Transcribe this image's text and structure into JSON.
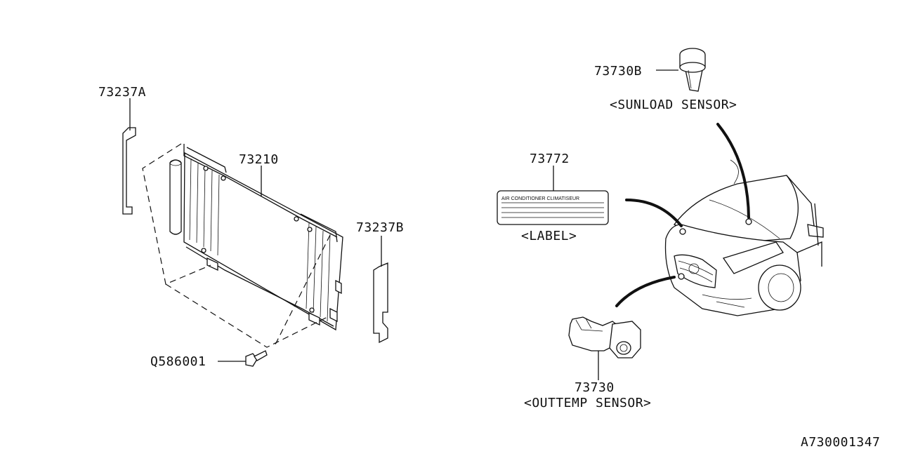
{
  "diagram": {
    "callouts": {
      "bracket_a": "73237A",
      "condenser": "73210",
      "bracket_b": "73237B",
      "bolt": "Q586001",
      "label_part": "73772",
      "sunload_part": "73730B",
      "outtemp_part": "73730"
    },
    "captions": {
      "sunload": "<SUNLOAD SENSOR>",
      "label": "<LABEL>",
      "outtemp": "<OUTTEMP SENSOR>"
    },
    "label_plate_text": "AIR CONDITIONER  CLIMATISEUR",
    "figure_id": "A730001347"
  }
}
